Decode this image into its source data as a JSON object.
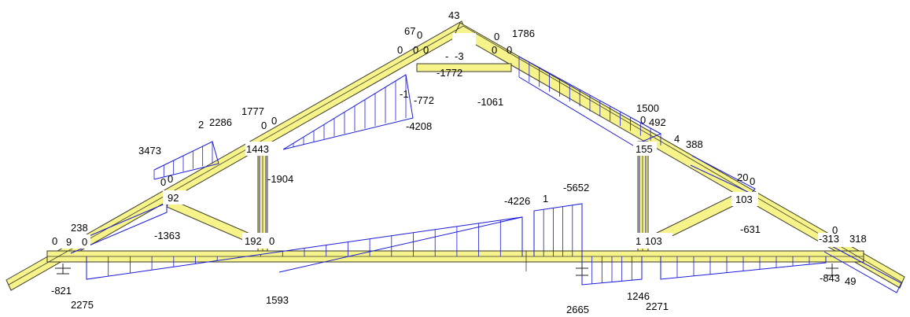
{
  "labels": {
    "apex_top": "43",
    "apex_left_a": "67",
    "apex_left_b": "0",
    "apex_left_node_a": "0",
    "apex_left_node_b": "0",
    "apex_left_node_c": "0",
    "apex_mid_a": "-",
    "apex_mid_b": "-3",
    "apex_right_node_a": "0",
    "apex_right_node_b": "0",
    "apex_right_a": "0",
    "apex_right_b": "1786",
    "tie_top": "-1772",
    "tie_left_a": "-1",
    "tie_left_b": "-772",
    "tie_right": "-1061",
    "center_top": "-4208",
    "lchord_top_a": "1777",
    "lchord_top_b": "0",
    "lchord_top_c": "0",
    "lchord_left_a": "2",
    "lchord_left_b": "2286",
    "ljoint_upper": "1443",
    "lweb_vertical": "-1904",
    "lchord_upper_moment": "3473",
    "lnode_left_a": "0",
    "lnode_left_b": "0",
    "ljoint_lower": "92",
    "lheel_a": "238",
    "lheel_b": "0",
    "lheel_c": "9",
    "lheel_d": "0",
    "lweb_diag": "-1363",
    "lbottom_joint": "192",
    "lbottom_joint_b": "0",
    "center_a": "-4226",
    "center_b": "1",
    "center_c": "-5652",
    "rchord_a": "1500",
    "rchord_b": "0",
    "rchord_c": "492",
    "rchord_d": "4",
    "rchord_e": "388",
    "rjoint_upper": "155",
    "rnode_a": "20",
    "rnode_b": "0",
    "rjoint_lower": "103",
    "rbottom_joint_a": "1",
    "rbottom_joint_b": "103",
    "rweb_diag": "-631",
    "rheel_a": "0",
    "rheel_b": "-313",
    "rheel_c": "318",
    "support_left": "-821",
    "support_left_b": "2275",
    "bottom_mid": "1593",
    "bottom_r1": "2665",
    "bottom_r2": "1246",
    "bottom_r3": "2271",
    "support_right_a": "-843",
    "support_right_b": "49"
  },
  "colors": {
    "member_fill": "#f6f38a",
    "moment_line": "#1a1adc",
    "outline": "#3a3a2a"
  }
}
